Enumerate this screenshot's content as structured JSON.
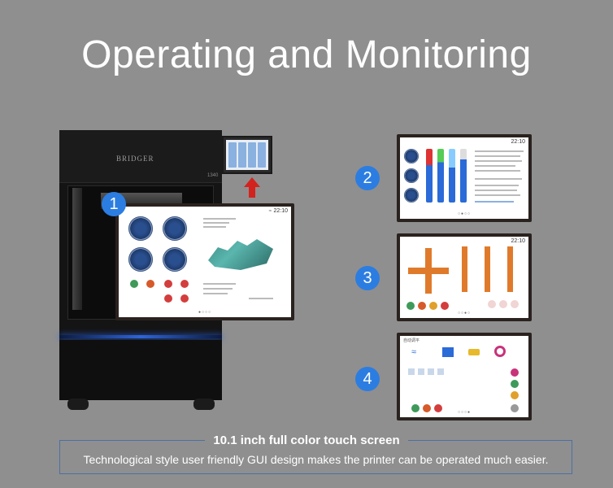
{
  "title": "Operating  and Monitoring",
  "printer": {
    "brand": "BRIDGER",
    "model": "1340"
  },
  "main_screen": {
    "clock": "22:10"
  },
  "screen2": {
    "clock": "22:10"
  },
  "screen3": {
    "clock": "22:10"
  },
  "screen4": {
    "header": "自动调平"
  },
  "badges": [
    "1",
    "2",
    "3",
    "4"
  ],
  "footer": {
    "heading": "10.1 inch full color touch screen",
    "description": "Technological style user friendly GUI design makes the printer can be operated much easier."
  },
  "colors": {
    "background": "#8f8f8f",
    "badge": "#2c7de1",
    "arrow": "#d3231e",
    "frame": "#4c6fa5"
  }
}
